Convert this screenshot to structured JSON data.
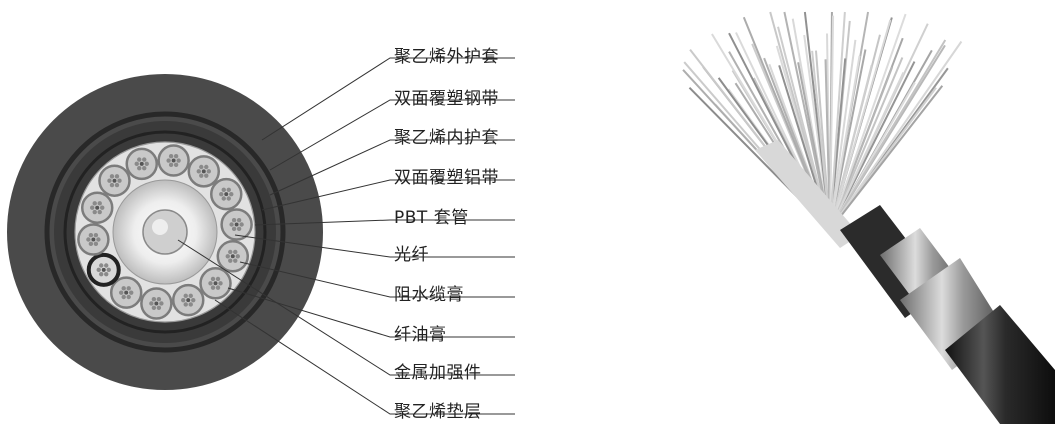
{
  "labels": [
    "聚乙烯外护套",
    "双面覆塑钢带",
    "聚乙烯内护套",
    "双面覆塑铝带",
    "PBT 套管",
    "光纤",
    "阻水缆膏",
    "纤油膏",
    "金属加强件",
    "聚乙烯垫层"
  ],
  "colors": {
    "outer_jacket": "#4a4a4a",
    "inner_layers": "#3a3a3a",
    "filler": "#e2e2e2",
    "tube": "#7c7c7c",
    "dark_tube": "#333333",
    "strength_member": "#cfcfcf",
    "leader_line": "#333333"
  }
}
